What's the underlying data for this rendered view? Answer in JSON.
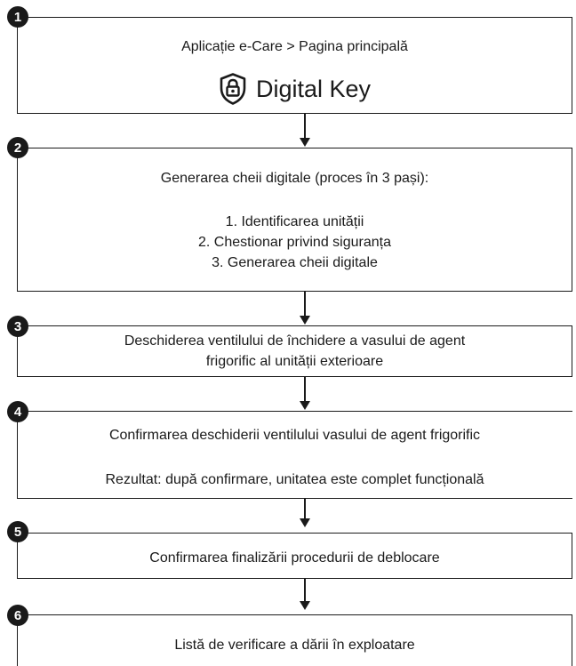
{
  "steps": [
    {
      "number": "1",
      "line1": "Aplicație e-Care > Pagina principală",
      "key_label": "Digital Key"
    },
    {
      "number": "2",
      "title": "Generarea cheii digitale (proces în 3 pași):",
      "items": [
        "1. Identificarea unității",
        "2. Chestionar privind siguranța",
        "3. Generarea cheii digitale"
      ]
    },
    {
      "number": "3",
      "line1": "Deschiderea ventilului de închidere a vasului de agent",
      "line2": "frigorific al unității exterioare"
    },
    {
      "number": "4",
      "line1": "Confirmarea deschiderii ventilului vasului de agent frigorific",
      "line2": "Rezultat: după confirmare, unitatea este complet funcțională"
    },
    {
      "number": "5",
      "line1": "Confirmarea finalizării procedurii de deblocare"
    },
    {
      "number": "6",
      "line1": "Listă de verificare a dării în exploatare"
    }
  ],
  "icons": {
    "key": "shield-lock-icon"
  }
}
